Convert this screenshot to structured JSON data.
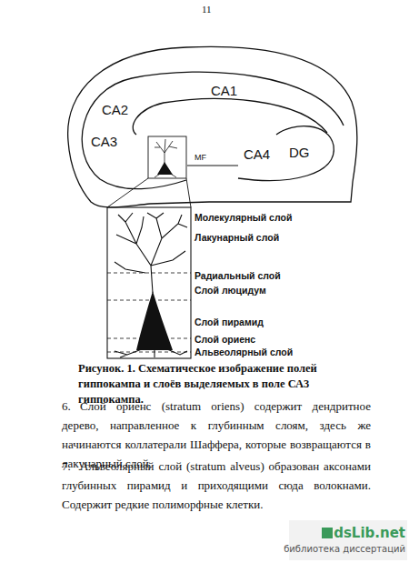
{
  "diagram": {
    "caption": "Рисунок. 1. Схематическое изображение полей гиппокампа и слоёв выделяемых в поле СА3 гиппокампа.",
    "labels": [
      "11",
      "CA1",
      "CA2",
      "CA3",
      "MF",
      "CA4",
      "DG",
      "Молекулярный слой",
      "Лакунарный слой",
      "Радиальный слой",
      "Слой люцидум",
      "Слой пирамид",
      "Слой ориенс",
      "Альвеолярный слой",
      "6.",
      "Слой ориенс (stratum oriens) содержит дендритное дерево, направленное к глубинным слоям, здесь же начинаются коллатерали Шаффера, которые возвращаются в лакунарный слой.",
      "7.",
      "Альвеолярный слой (stratum alveus) образован аксонами глубинных пирамид и приходящими сюда волокнами. Содержит редкие полиморфные клетки.",
      "dsLib.net",
      "библиотека диссертаций"
    ]
  }
}
